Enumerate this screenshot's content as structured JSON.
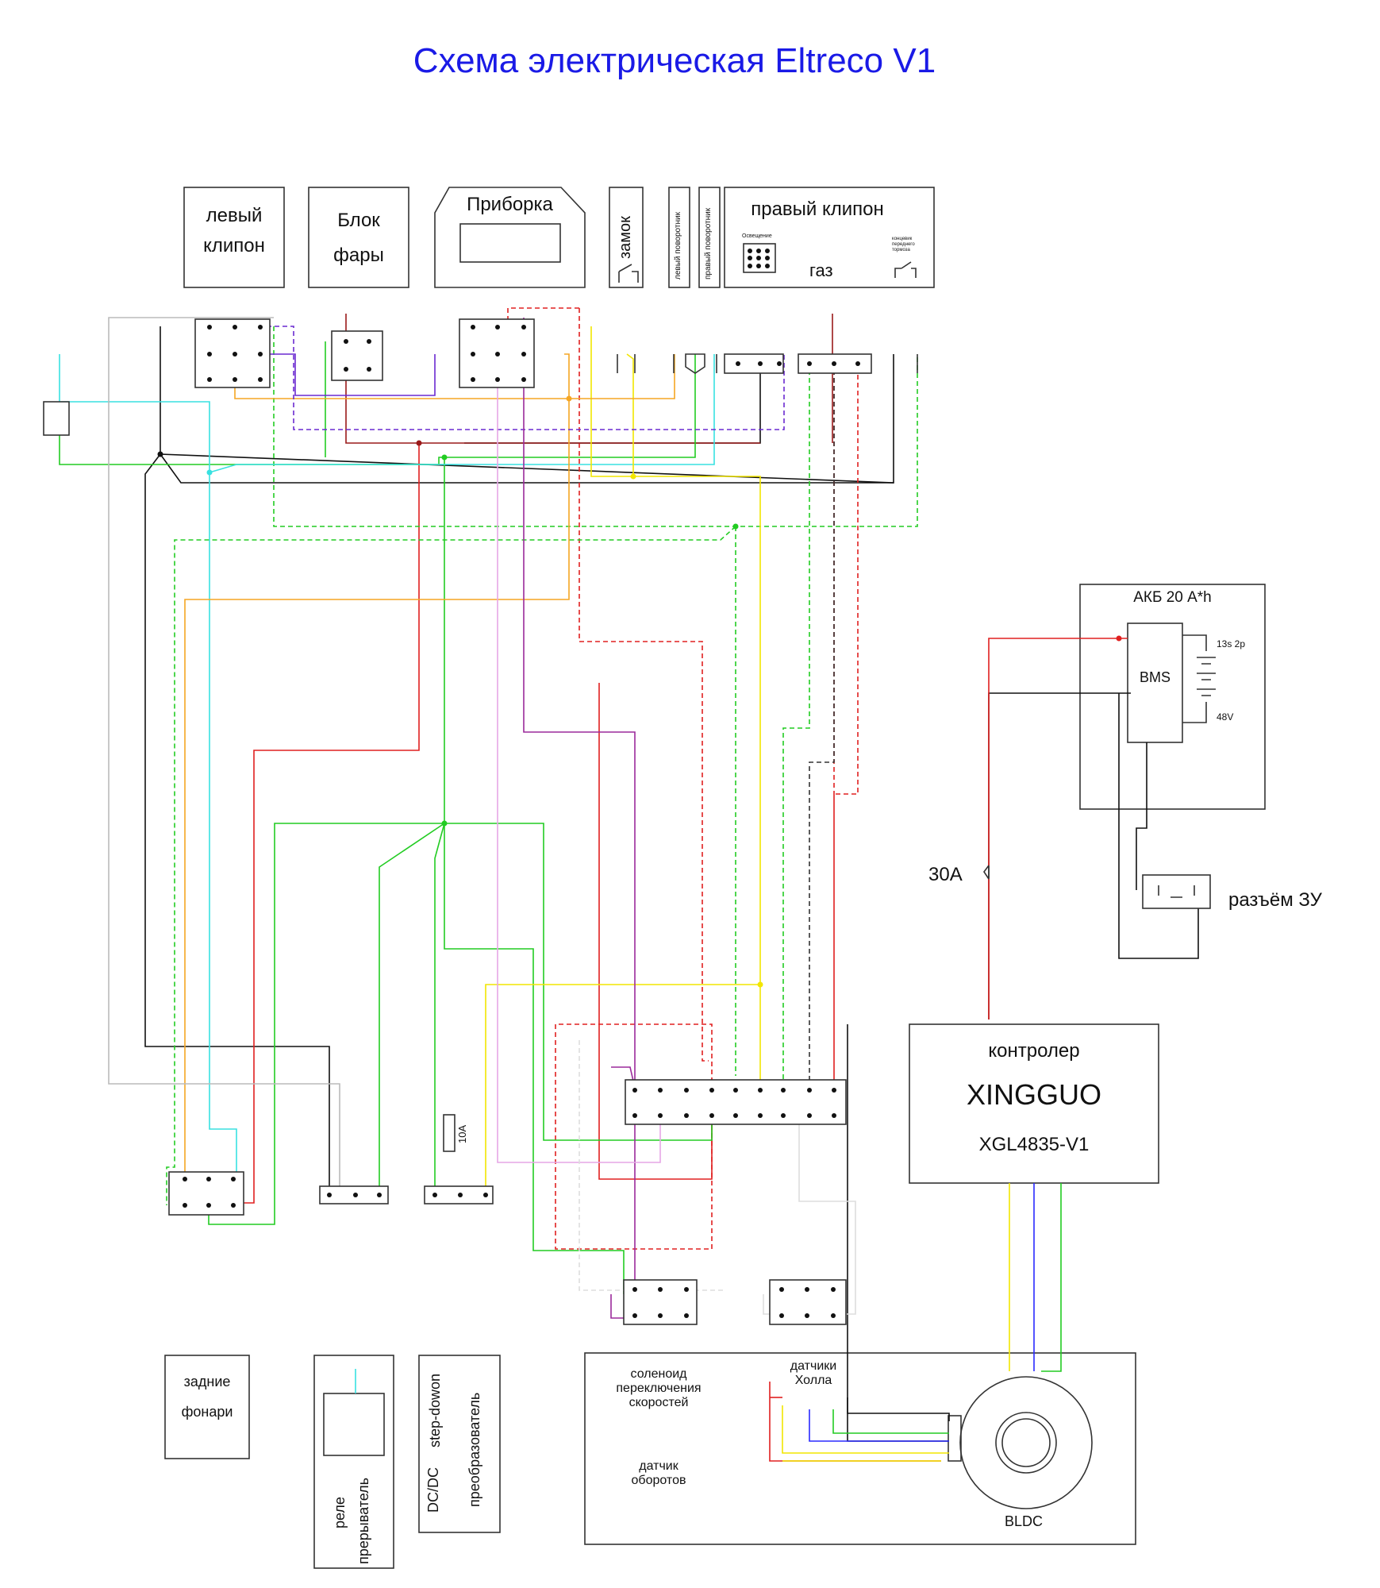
{
  "title": "Схема электрическая Eltreco V1",
  "blocks": {
    "left_clipon": [
      "левый",
      "клипон"
    ],
    "headlight": [
      "Блок",
      "фары"
    ],
    "dashboard": "Приборка",
    "lock": "замок",
    "left_turn": "левый поворотник",
    "right_turn": "правый поворотник",
    "right_clipon": "правый клипон",
    "lighting": "Освещение",
    "throttle": "газ",
    "front_brake_switch": [
      "концевик",
      "переднего",
      "тормоза"
    ]
  },
  "battery": {
    "title": "АКБ 20 A*h",
    "bms": "BMS",
    "config": "13s 2p",
    "voltage": "48V"
  },
  "fuse_main": "30A",
  "fuse_small": "10A",
  "charger_port": "разъём ЗУ",
  "controller": {
    "label": "контролер",
    "brand": "XINGGUO",
    "model": "XGL4835-V1"
  },
  "bottom": {
    "rear_lights": [
      "задние",
      "фонари"
    ],
    "relay": [
      "реле",
      "прерыватель"
    ],
    "dcdc": [
      "DC/DC",
      "step-dowon",
      "преобразователь"
    ],
    "solenoid": [
      "соленоид",
      "переключения",
      "скоростей"
    ],
    "speed_sensor": [
      "датчик",
      "оборотов"
    ],
    "hall": [
      "датчики",
      "Холла"
    ],
    "motor": "BLDC"
  },
  "colors": {
    "title": "#1a1ae6",
    "red": "#e02020",
    "darkred": "#9a1a1a",
    "black": "#111111",
    "green": "#22cc22",
    "lightgreen": "#7de87d",
    "yellow": "#f2e600",
    "orange": "#f5a623",
    "cyan": "#38e1e1",
    "blue": "#2a2aff",
    "purple": "#6a2ad0",
    "magenta": "#9b2a9b",
    "pink": "#e6a6e6",
    "grey": "#bbbbbb"
  }
}
